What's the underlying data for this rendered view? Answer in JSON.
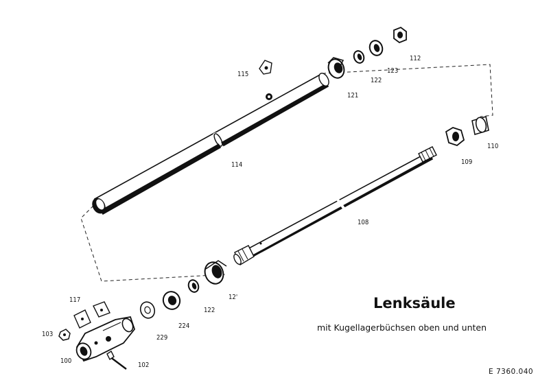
{
  "diagram": {
    "title": "Lenksäule",
    "subtitle": "mit Kugellagerbüchsen oben und unten",
    "drawing_code": "E 7360.040",
    "parts": [
      {
        "id": "p100",
        "label": "100"
      },
      {
        "id": "p102",
        "label": "102"
      },
      {
        "id": "p103",
        "label": "103"
      },
      {
        "id": "p108",
        "label": "108"
      },
      {
        "id": "p109",
        "label": "109"
      },
      {
        "id": "p110",
        "label": "110"
      },
      {
        "id": "p112",
        "label": "112"
      },
      {
        "id": "p114",
        "label": "114"
      },
      {
        "id": "p115",
        "label": "115"
      },
      {
        "id": "p117",
        "label": "117"
      },
      {
        "id": "p121",
        "label": "121"
      },
      {
        "id": "p12",
        "label": "12'"
      },
      {
        "id": "p122a",
        "label": "122"
      },
      {
        "id": "p122b",
        "label": "122"
      },
      {
        "id": "p123",
        "label": "123"
      },
      {
        "id": "p224",
        "label": "224"
      },
      {
        "id": "p229",
        "label": "229"
      }
    ]
  }
}
